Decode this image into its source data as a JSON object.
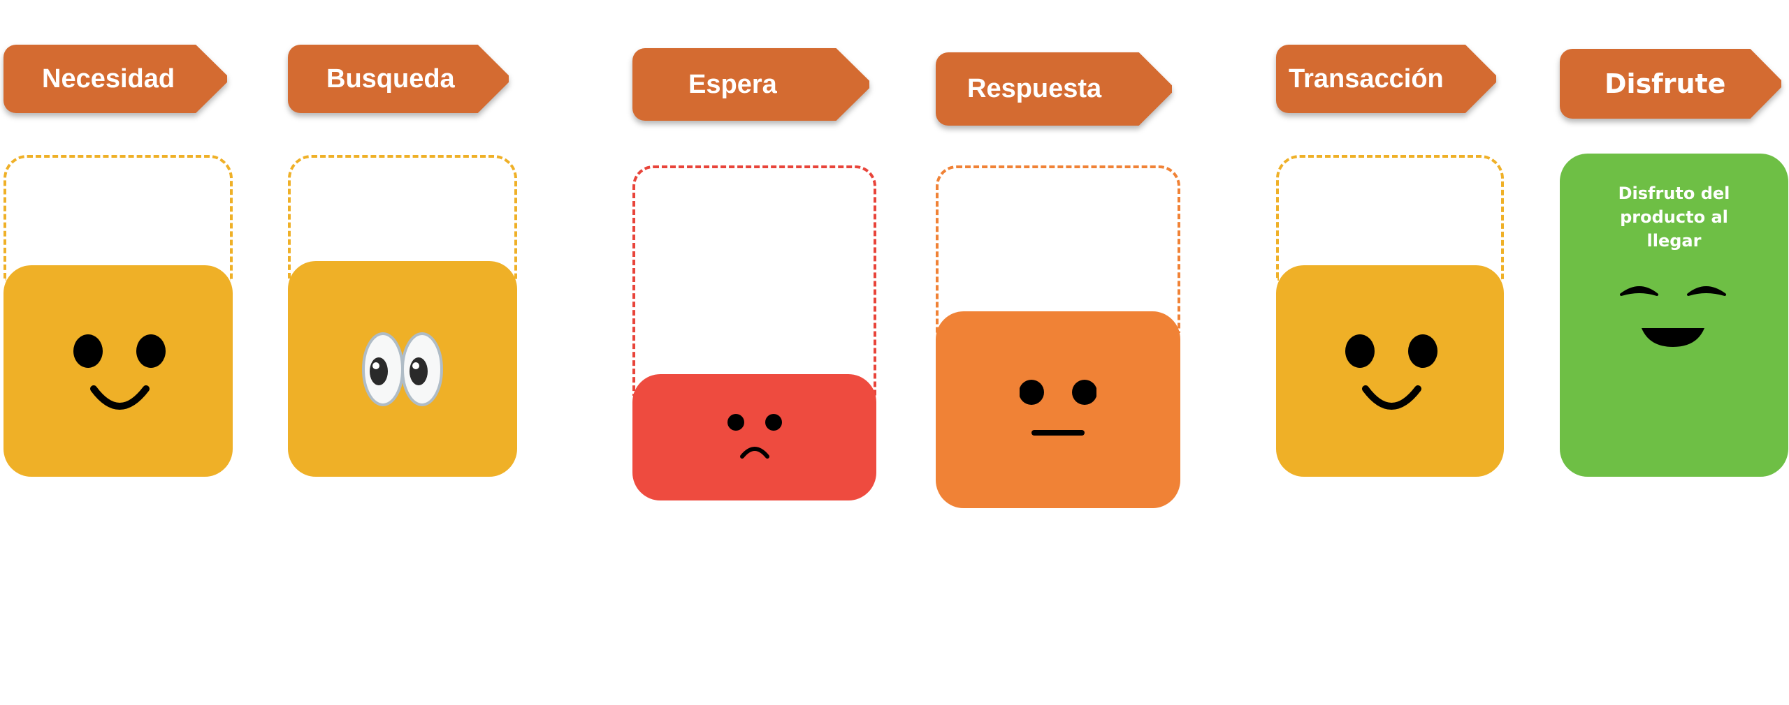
{
  "stages": [
    {
      "label": "Necesidad",
      "emotion": "happy",
      "color": "#EFB027"
    },
    {
      "label": "Busqueda",
      "emotion": "looking-eyes",
      "color": "#EFB027"
    },
    {
      "label": "Espera",
      "emotion": "sad",
      "color": "#EE4B3F"
    },
    {
      "label": "Respuesta",
      "emotion": "neutral",
      "color": "#F08236"
    },
    {
      "label": "Transacción",
      "emotion": "happy",
      "color": "#EFB027"
    },
    {
      "label": "Disfrute",
      "emotion": "delighted",
      "color": "#6EBF45",
      "caption": "Disfruto del producto al llegar"
    }
  ],
  "colors": {
    "label_bg": "#D46B31"
  }
}
